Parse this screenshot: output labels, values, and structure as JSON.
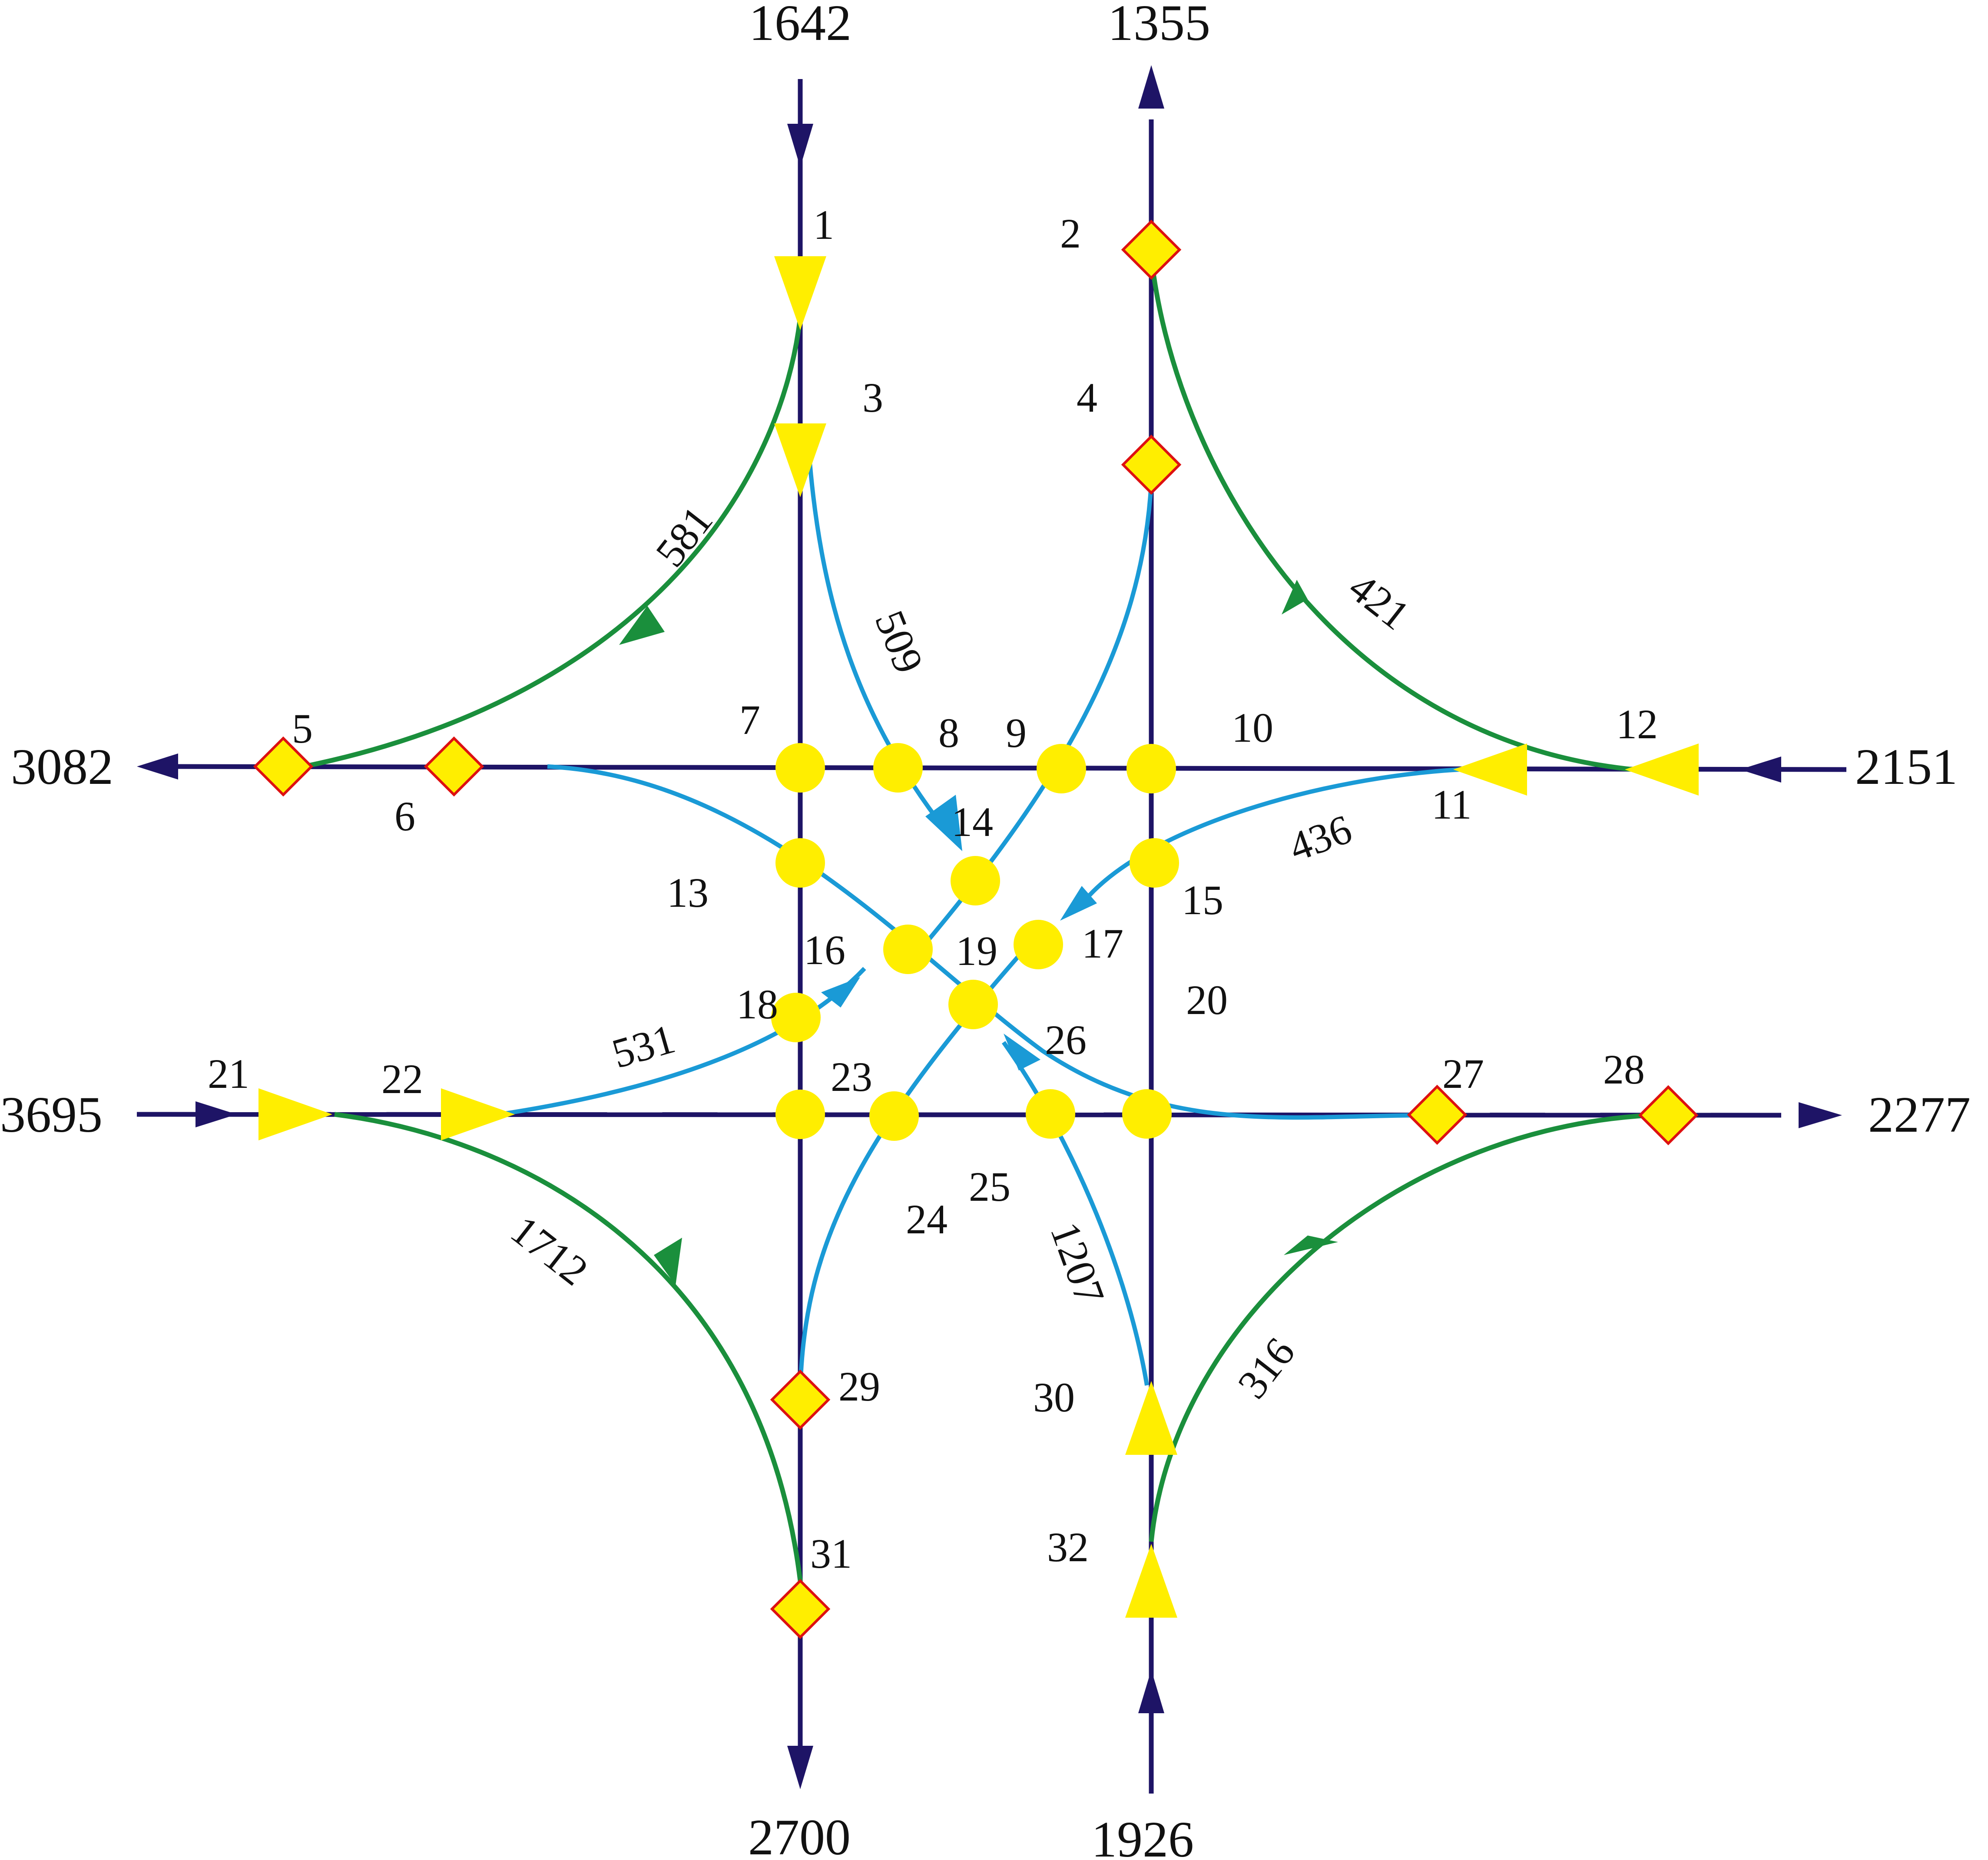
{
  "colors": {
    "road": "#1e1466",
    "left_turn_ramp": "#1a8f3c",
    "right_turn_ramp": "#1a9ad6",
    "node_fill": "#ffee00",
    "diamond_fill": "#ffee00",
    "diamond_stroke": "#dd1111"
  },
  "approach_volumes": {
    "north_in": "1642",
    "north_out": "1355",
    "west_out": "3082",
    "east_in": "2151",
    "west_in": "3695",
    "east_out": "2277",
    "south_out": "2700",
    "south_in": "1926"
  },
  "ramp_flows": {
    "nw_ramp": "581",
    "ne_ramp": "421",
    "sw_ramp": "1712",
    "se_ramp": "316",
    "n_to_center": "509",
    "e_to_center": "436",
    "w_to_center": "531",
    "s_to_center": "1207"
  },
  "nodes": {
    "n1": "1",
    "n2": "2",
    "n3": "3",
    "n4": "4",
    "n5": "5",
    "n6": "6",
    "n7": "7",
    "n8": "8",
    "n9": "9",
    "n10": "10",
    "n11": "11",
    "n12": "12",
    "n13": "13",
    "n14": "14",
    "n15": "15",
    "n16": "16",
    "n17": "17",
    "n18": "18",
    "n19": "19",
    "n20": "20",
    "n21": "21",
    "n22": "22",
    "n23": "23",
    "n24": "24",
    "n25": "25",
    "n26": "26",
    "n27": "27",
    "n28": "28",
    "n29": "29",
    "n30": "30",
    "n31": "31",
    "n32": "32"
  },
  "icons": {
    "merge_point": "yellow-triangle",
    "diverge_point": "yellow-diamond",
    "conflict_point": "yellow-circle",
    "flow_arrow": "arrowhead"
  }
}
